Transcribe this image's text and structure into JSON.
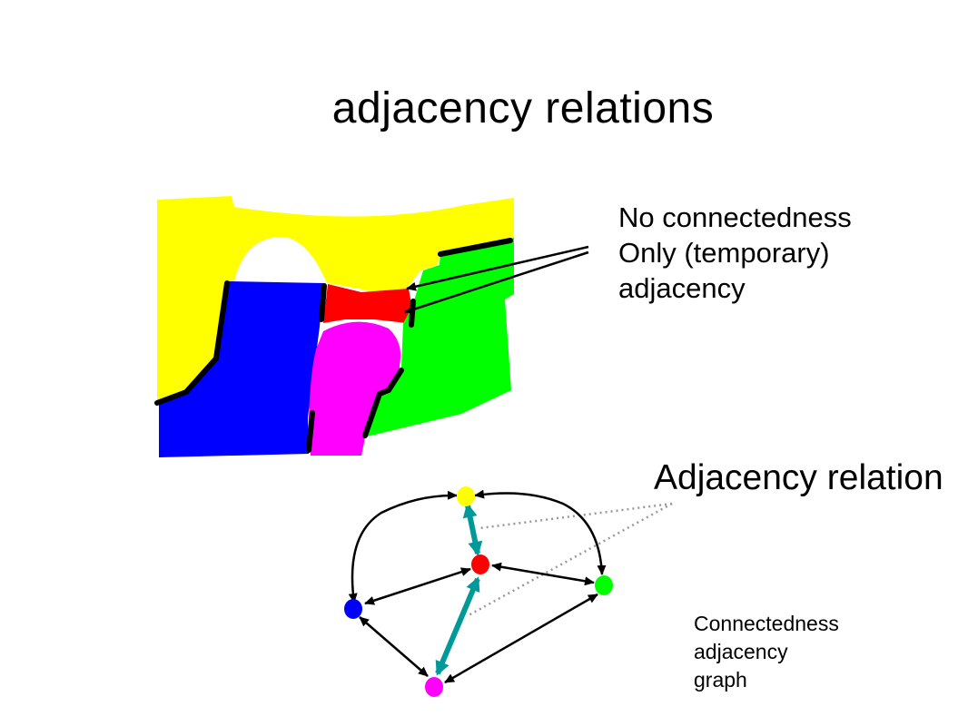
{
  "title": "adjacency relations",
  "note_lines": [
    "No connectedness",
    "Only (temporary)",
    "adjacency"
  ],
  "graph_heading": "Adjacency relation",
  "graph_caption_lines": [
    "Connectedness",
    "adjacency",
    "graph"
  ],
  "colors": {
    "yellow": "#ffff00",
    "blue": "#0000ff",
    "red": "#ff0000",
    "magenta": "#ff00ff",
    "green": "#00ff00",
    "teal": "#009999",
    "dotted": "#999999"
  },
  "graph": {
    "nodes": [
      {
        "id": "yellow",
        "color": "#ffff00"
      },
      {
        "id": "red",
        "color": "#ff0000"
      },
      {
        "id": "green",
        "color": "#00ff00"
      },
      {
        "id": "blue",
        "color": "#0000ff"
      },
      {
        "id": "magenta",
        "color": "#ff00ff"
      }
    ],
    "edges": [
      {
        "from": "blue",
        "to": "yellow",
        "kind": "adjacency"
      },
      {
        "from": "green",
        "to": "yellow",
        "kind": "adjacency"
      },
      {
        "from": "red",
        "to": "blue",
        "kind": "adjacency"
      },
      {
        "from": "red",
        "to": "green",
        "kind": "adjacency"
      },
      {
        "from": "blue",
        "to": "magenta",
        "kind": "adjacency"
      },
      {
        "from": "green",
        "to": "magenta",
        "kind": "adjacency"
      },
      {
        "from": "yellow",
        "to": "red",
        "kind": "relation"
      },
      {
        "from": "red",
        "to": "magenta",
        "kind": "relation"
      }
    ]
  }
}
